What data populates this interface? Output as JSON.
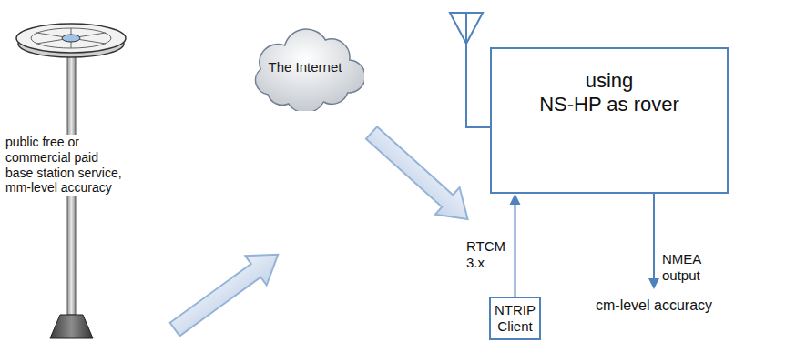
{
  "diagram": {
    "nodes": [
      {
        "text": [
          "The Internet"
        ]
      },
      {
        "text": [
          "using NS-HP as rover"
        ]
      },
      {
        "text": [
          "NTRIP Client"
        ]
      }
    ],
    "edges": [
      {
        "from": 2,
        "to": 1,
        "arrow": "to",
        "label": "RTCM 3.x"
      }
    ],
    "labels": [
      "public free or commercial paid base station service, mm-level accuracy",
      "NMEA output",
      "cm-level accuracy"
    ]
  }
}
